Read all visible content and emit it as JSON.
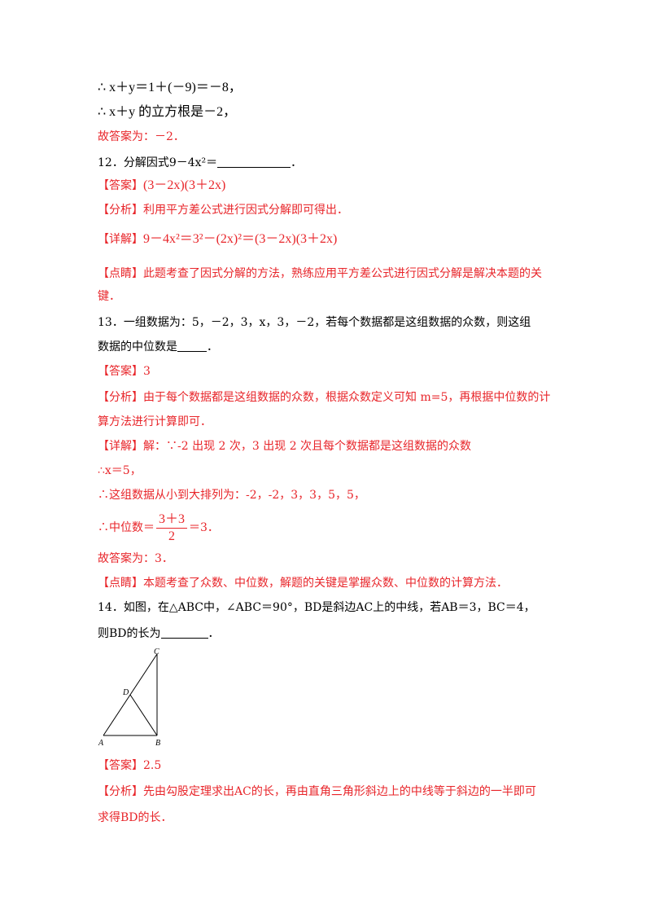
{
  "lines": {
    "l1": "∴ x＋y＝1＋(－9)＝－8，",
    "l2": "∴ x＋y  的立方根是－2，",
    "l3": "故答案为：－2．",
    "q12": "12．分解因式9－4x²＝",
    "a12_tag": "【答案】",
    "a12": "(3－2x)(3＋2x)",
    "f12_tag": "【分析】",
    "f12": "利用平方差公式进行因式分解即可得出．",
    "d12_tag": "【详解】",
    "d12": "9－4x²＝3²－(2x)²＝(3－2x)(3＋2x)",
    "p12_tag": "【点睛】",
    "p12a": "此题考查了因式分解的方法，熟练应用平方差公式进行因式分解是解决本题的关",
    "p12b": "键．",
    "q13a": "13．一组数据为：5，－2，3，x，3，－2，若每个数据都是这组数据的众数，则这组",
    "q13b": "数据的中位数是",
    "q13b_end": "．",
    "a13_tag": "【答案】",
    "a13": "3",
    "f13_tag": "【分析】",
    "f13a": "由于每个数据都是这组数据的众数，根据众数定义可知 m=5，再根据中位数的计",
    "f13b": "算方法进行计算即可．",
    "d13_tag": "【详解】",
    "d13a": "解：∵-2 出现 2 次，3 出现 2 次且每个数据都是这组数据的众数",
    "d13b": "∴x＝5，",
    "d13c": "∴这组数据从小到大排列为：-2，-2，3，3，5，5，",
    "d13d_pre": "∴中位数＝",
    "d13d_num": "3＋3",
    "d13d_den": "2",
    "d13d_post": "＝3．",
    "d13e": "故答案为：3．",
    "p13_tag": "【点睛】",
    "p13": "本题考查了众数、中位数，解题的关键是掌握众数、中位数的计算方法．",
    "q14a": "14．如图，在△ABC中，∠ABC＝90°，BD是斜边AC上的中线，若AB＝3，BC＝4，",
    "q14b_pre": "则BD的长为",
    "q14b_end": "．",
    "a14_tag": "【答案】",
    "a14": "2.5",
    "f14_tag": "【分析】",
    "f14a": "先由勾股定理求出AC的长，再由直角三角形斜边上的中线等于斜边的一半即可",
    "f14b": "求得BD的长．"
  },
  "figure": {
    "label_c": "C",
    "label_d": "D",
    "label_a": "A",
    "label_b": "B"
  }
}
